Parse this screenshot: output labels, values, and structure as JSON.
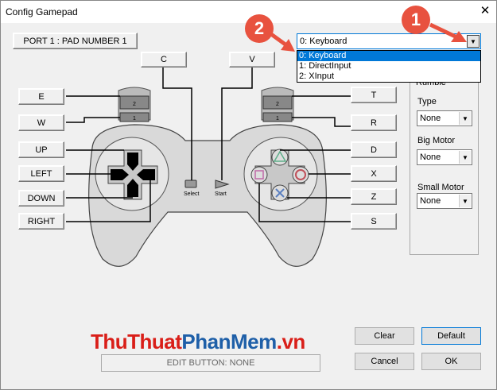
{
  "window": {
    "title": "Config Gamepad",
    "close_glyph": "✕"
  },
  "port_label": "PORT 1 : PAD NUMBER 1",
  "keys": {
    "c": "C",
    "v": "V",
    "e": "E",
    "w": "W",
    "up": "UP",
    "left": "LEFT",
    "down": "DOWN",
    "right": "RIGHT",
    "t": "T",
    "r": "R",
    "d": "D",
    "x": "X",
    "z": "Z",
    "s": "S"
  },
  "controller": {
    "l2": "2",
    "l1": "1",
    "r2": "2",
    "r1": "1",
    "select": "Select",
    "start": "Start",
    "colors": {
      "body": "#d9d9d9",
      "triangle": "#5fae8a",
      "circle": "#c0505a",
      "cross": "#5a7fc0",
      "square": "#c06aa8"
    }
  },
  "device_select": {
    "value": "0: Keyboard",
    "options": [
      "0: Keyboard",
      "1: DirectInput",
      "2: XInput"
    ],
    "highlighted_index": 0
  },
  "rumble": {
    "title": "Rumble",
    "type_label": "Type",
    "type_value": "None",
    "big_label": "Big Motor",
    "big_value": "None",
    "small_label": "Small Motor",
    "small_value": "None"
  },
  "buttons": {
    "clear": "Clear",
    "default": "Default",
    "cancel": "Cancel",
    "ok": "OK"
  },
  "edit_status": "EDIT BUTTON: NONE",
  "watermark": {
    "part1": "ThuThuat",
    "part2": "PhanMem",
    "part3": ".vn"
  },
  "badges": {
    "one": "1",
    "two": "2"
  },
  "accent_color": "#e8523f"
}
